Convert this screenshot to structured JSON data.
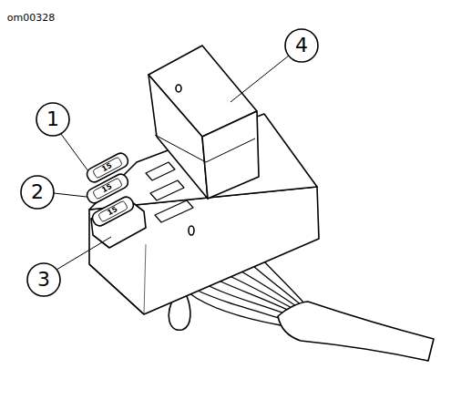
{
  "diagram": {
    "labels": [
      "om00328",
      "1",
      "2",
      "3",
      "4",
      "15",
      "15",
      "15"
    ]
  }
}
